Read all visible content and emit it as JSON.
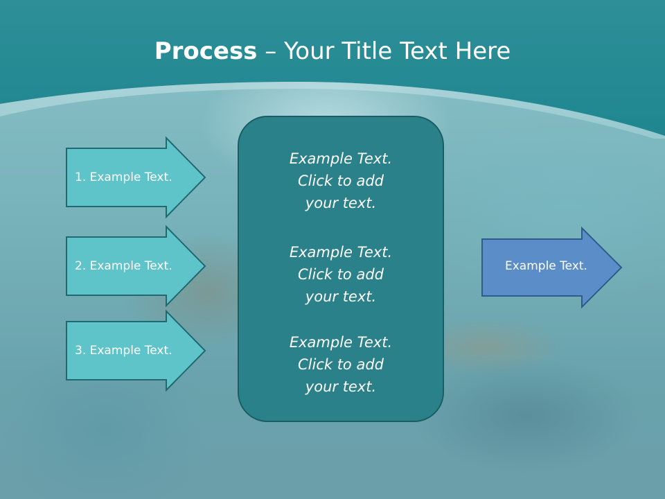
{
  "slide": {
    "title_bold": "Process",
    "title_rest": " – Your Title Text Here",
    "input_arrows": [
      {
        "label": "1. Example Text."
      },
      {
        "label": "2. Example Text."
      },
      {
        "label": "3. Example Text."
      }
    ],
    "center_box": {
      "blocks": [
        {
          "lines": [
            "Example Text.",
            "Click  to add",
            "your text."
          ]
        },
        {
          "lines": [
            "Example Text.",
            "Click  to add",
            "your text."
          ]
        },
        {
          "lines": [
            "Example Text.",
            "Click  to add",
            "your text."
          ]
        }
      ]
    },
    "output_arrow": {
      "label": "Example Text."
    }
  },
  "colors": {
    "header_teal": "#1f8e98",
    "arrow_fill": "#5fc4c9",
    "arrow_stroke": "#1e6a6e",
    "center_fill": "#2a8189",
    "center_stroke": "#1a5e63",
    "output_fill": "#5b8ec8",
    "output_stroke": "#2e5a8c"
  }
}
